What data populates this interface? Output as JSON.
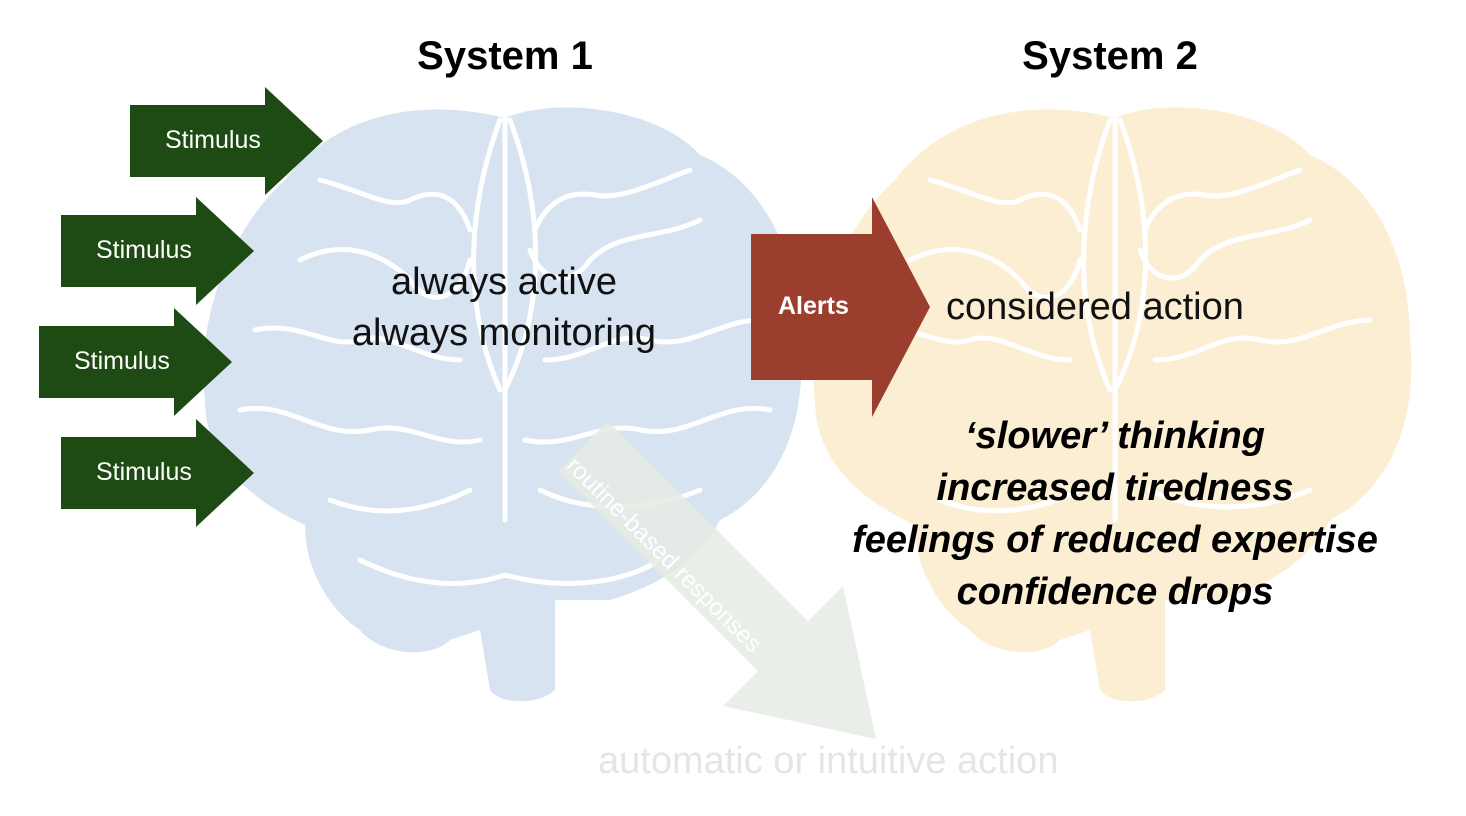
{
  "system1": {
    "title": "System 1",
    "lines": [
      "always active",
      "always monitoring"
    ],
    "brain_color": "#d7e3f1",
    "stimuli": [
      "Stimulus",
      "Stimulus",
      "Stimulus",
      "Stimulus"
    ],
    "stimulus_color": "#1e4a14"
  },
  "system2": {
    "title": "System 2",
    "action": "considered action",
    "effects": [
      "‘slower’ thinking",
      "increased tiredness",
      "feelings of reduced expertise",
      "confidence drops"
    ],
    "brain_color": "#fbeed3"
  },
  "alerts": {
    "label": "Alerts",
    "color": "#9c3e2e"
  },
  "routine": {
    "label": "routine-based responses",
    "color": "#e6ebe4"
  },
  "automatic_action": "automatic or intuitive action"
}
